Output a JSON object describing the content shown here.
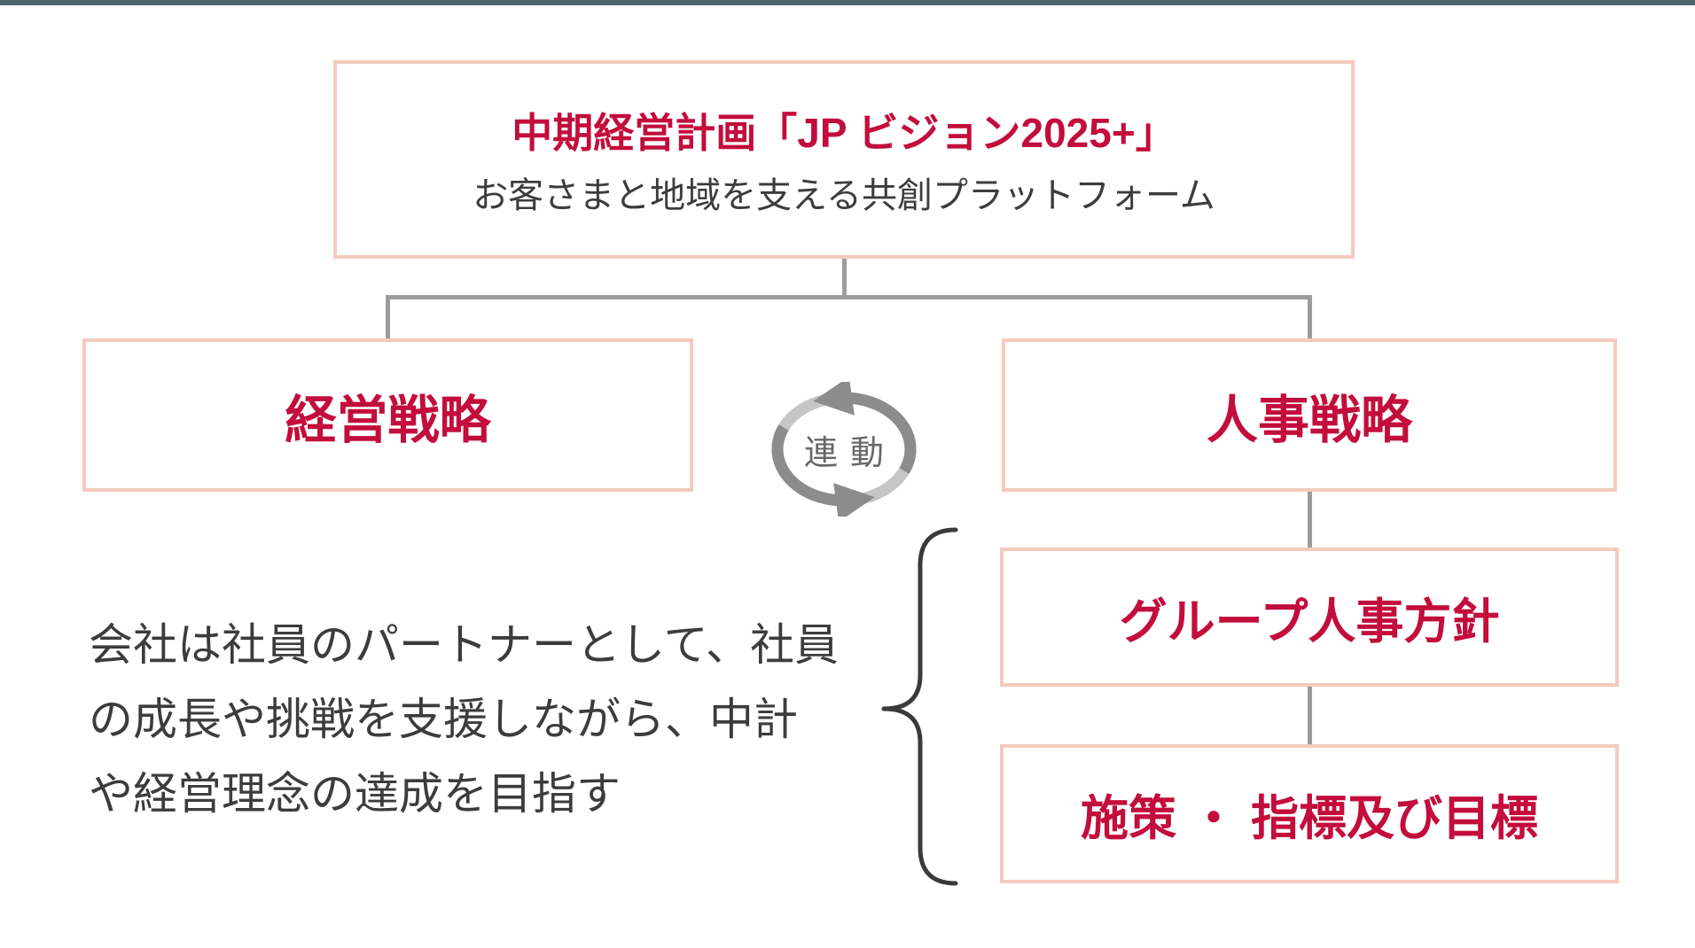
{
  "colors": {
    "accent_red": "#c30d3c",
    "box_border_pink": "#f5cabe",
    "connector_gray": "#9c9c9c",
    "text_dark_gray": "#3c3c3c",
    "top_bar_teal": "#4e656a",
    "cycle_arrow_dark": "#8c8c8c",
    "cycle_arrow_light": "#c6c6c6",
    "linkage_text_gray": "#686868",
    "brace_dark": "#3a3a3a",
    "background": "#ffffff"
  },
  "diagram": {
    "plan_box": {
      "title": "中期経営計画「JP ビジョン2025+」",
      "subtitle": "お客さまと地域を支える共創プラットフォーム"
    },
    "management_strategy_box": {
      "label": "経営戦略"
    },
    "hr_strategy_box": {
      "label": "人事戦略"
    },
    "linkage_badge": {
      "label": "連動",
      "icon": "cycle-arrows-icon"
    },
    "group_hr_policy_box": {
      "label": "グループ人事方針"
    },
    "measures_box": {
      "label": "施策 ・ 指標及び目標"
    },
    "partner_note": {
      "lines": [
        "会社は社員のパートナーとして、社員",
        "の成長や挑戦を支援しながら、中計",
        "や経営理念の達成を目指す"
      ]
    }
  }
}
